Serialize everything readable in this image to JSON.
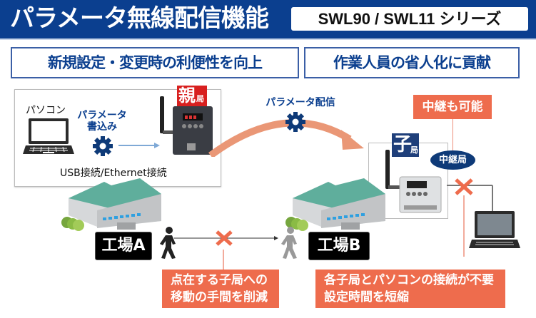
{
  "header": {
    "title": "パラメータ無線配信機能",
    "series": "SWL90 / SWL11 シリーズ"
  },
  "benefits": [
    {
      "label": "新規設定・変更時の利便性を向上"
    },
    {
      "label": "作業人員の省人化に貢献"
    }
  ],
  "parent_station": {
    "pc_label": "パソコン",
    "write_label_line1": "パラメータ",
    "write_label_line2": "書込み",
    "connection_label": "USB接続/Ethernet接続",
    "badge_main": "親",
    "badge_sub": "局",
    "icon": "gear-icon"
  },
  "distribution": {
    "label": "パラメータ配信",
    "icon": "gear-icon"
  },
  "child_station": {
    "badge_main": "子",
    "badge_sub": "局"
  },
  "relay": {
    "callout": "中継も可能",
    "station_label": "中継局"
  },
  "factories": [
    {
      "label": "工場A"
    },
    {
      "label": "工場B"
    }
  ],
  "callouts": {
    "left_line1": "点在する子局への",
    "left_line2": "移動の手間を削減",
    "right_line1": "各子局とパソコンの接続が不要",
    "right_line2": "設定時間を短縮"
  },
  "colors": {
    "header_blue": "#0b3f8f",
    "accent_orange": "#ee6c4d",
    "parent_red": "#d8201f",
    "child_navy": "#1f3f7a",
    "factory_roof": "#5fae9c"
  }
}
